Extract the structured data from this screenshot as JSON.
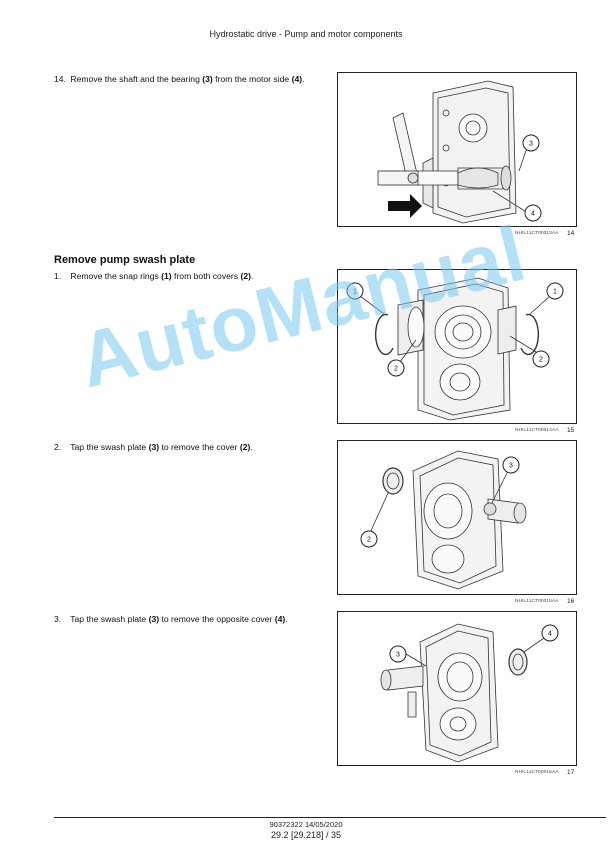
{
  "header": {
    "title": "Hydrostatic drive - Pump and motor components"
  },
  "steps": [
    {
      "num": "14.",
      "pre": "Remove the shaft and the bearing ",
      "b1": "(3)",
      "mid": " from the motor side ",
      "b2": "(4)",
      "post": "."
    },
    {
      "num": "1.",
      "pre": "Remove the snap rings ",
      "b1": "(1)",
      "mid": " from both covers ",
      "b2": "(2)",
      "post": "."
    },
    {
      "num": "2.",
      "pre": "Tap the swash plate ",
      "b1": "(3)",
      "mid": " to remove the cover ",
      "b2": "(2)",
      "post": "."
    },
    {
      "num": "3.",
      "pre": "Tap the swash plate ",
      "b1": "(3)",
      "mid": " to remove the opposite cover ",
      "b2": "(4)",
      "post": "."
    }
  ],
  "section": {
    "title": "Remove pump swash plate"
  },
  "figures": [
    {
      "caption": "NHIL11CT00013AA",
      "number": "14",
      "callouts": [
        "3",
        "4"
      ]
    },
    {
      "caption": "NHIL11CT00014AA",
      "number": "15",
      "callouts": [
        "1",
        "1",
        "2",
        "2"
      ]
    },
    {
      "caption": "NHIL11CT00015AA",
      "number": "16",
      "callouts": [
        "3",
        "2"
      ]
    },
    {
      "caption": "NHIL11CT00016AA",
      "number": "17",
      "callouts": [
        "3",
        "4"
      ]
    }
  ],
  "watermark": "AutoManual",
  "footer": {
    "doc": "90372322 14/05/2020",
    "page": "29.2 [29.218] / 35"
  }
}
